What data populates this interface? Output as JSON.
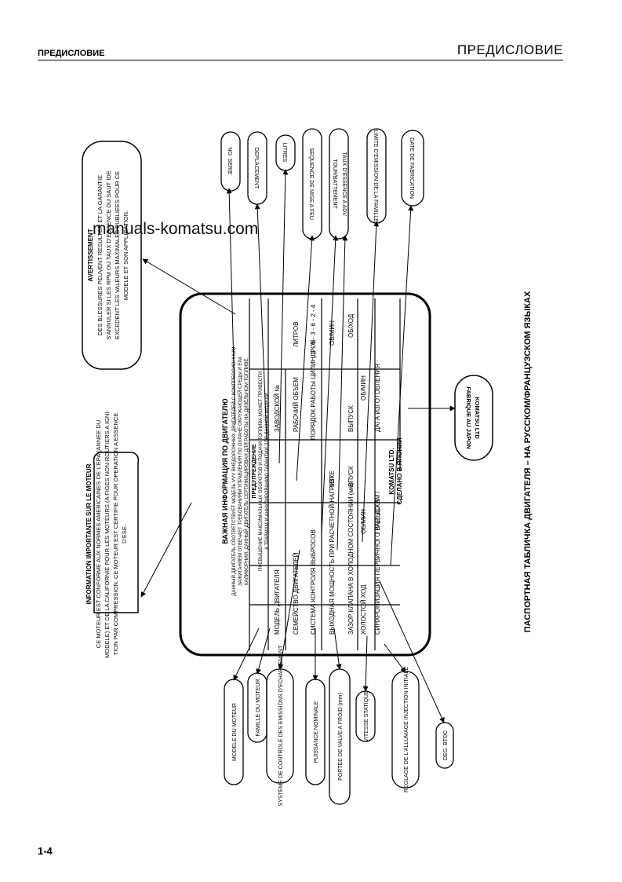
{
  "header": {
    "left": "ПРЕДИСЛОВИЕ",
    "right": "ПРЕДИСЛОВИЕ"
  },
  "page_number": "1-4",
  "watermark": "manuals-komatsu.com",
  "caption": "ПАСПОРТНАЯ ТАБЛИЧКА ДВИГАТЕЛЯ – НА РУССКОМ/ФРАНЦУЗСКОМ ЯЗЫКАХ",
  "left_box": {
    "title": "INFORMATION IMPORTANTE SUR LE MOTEUR",
    "lines": [
      "CE MOTEUR EST CONFORME AUX NORMES AMERICAINES DE L'EPA (ANNEE DU",
      "MODELE) ET DE LA CALIFORNIE POUR LES MOTEURS (A FIGES NON-ROUTIERS A IGNI-",
      "TION PAR COMPRESSION. CE MOTEUR EST CERTIFIE POUR OPERATION A ESSENCE",
      "D'ESE."
    ]
  },
  "right_box": {
    "title": "AVERTISSEMENT",
    "lines": [
      "DES BLESSURES PEUVENT RESULTER ET LA GARANTIE",
      "S'ANNULER SI LES RPM OU TAUX D'ESSENCE DU SAUT IDE",
      "EXCEDENT LES VALEURS MAXIMALES PUBLIEES POUR CE",
      "MODELE ET SON APPLICATION."
    ]
  },
  "plate": {
    "title": "ВАЖНАЯ ИНФОРМАЦИЯ ПО ДВИГАТЕЛЮ",
    "intro": [
      "ДАННЫЙ ДВИГАТЕЛЬ СООТВЕТСТВУЕТ МОДЕЛЬ VVV ВНЕДОРОЖНЫХ ДВИГАТЕЛЕЙ С КОМПРЕССИОННЫМ",
      "ЗАЖИГАНИЕМ ОТВЕЧАЕТ ТРЕБОВАНИЯМ УПРАВЛЕНИЯ ПО ОХРАНЕ ОКРУЖАЮЩЕЙ СРЕДЫ И EPA",
      "КАЛИФОРНИИ. ДАННЫЙ ДВИГАТЕЛЬ СЕРТИФИЦИРОВАН ДЛЯ РАБОТЫ НА ДИЗЕЛЬНОМ ТОПЛИВЕ."
    ],
    "warning_title": "ПРЕДУПРЕЖДЕНИЕ",
    "warning_lines": [
      "ПРЕВЫШЕНИЕ МАКСИМАЛЬНЫХ ОБОРОТОВ И ПОДАЧИ ТОПЛИВА МОЖЕТ ПРИВЕСТИ",
      "К ТРАВМАМ И АННУЛИРОВАНИЮ ГАРАНТИИ ДЛЯ ДАННОЙ МОДЕЛИ"
    ],
    "row1": {
      "a": "МОДЕЛЬ ДВИГАТЕЛЯ",
      "b": "ЗАВОДСКОЙ №"
    },
    "row2": {
      "a": "СЕМЕЙСТВО ДВИГАТЕЛЕЙ",
      "b": "РАБОЧИЙ ОБЪЕМ",
      "c": "ЛИТРОВ"
    },
    "row3": {
      "a": "СИСТЕМА КОНТРОЛЯ ВЫБРОСОВ",
      "b": "ПОРЯДОК РАБОТЫ ЦИЛИНДРОВ",
      "c": "1 - 5 - 3 - 6 - 2 - 4"
    },
    "row4": {
      "a": "ВЫХОДНАЯ МОЩНОСТЬ ПРИ РАСЧЕТНОЙ НАГРУЗКЕ",
      "b": "КВТ",
      "c": "ОБ/МИН"
    },
    "row5": {
      "a": "ЗАЗОР КЛАПАНА В ХОЛОДНОМ СОСТОЯНИИ (мм)",
      "b": "ВПУСК",
      "c": "ВЫПУСК"
    },
    "row6": {
      "a": "ХОЛОСТОЙ ХОД",
      "b": "ОБ/МИН",
      "c": "ОБ/МИН"
    },
    "row7": {
      "a": "СИНХРОНИЗАЦИЯ ПЕРВИЧНОГО ВПРЫСКА",
      "b": "ГРАД. ДО ВМТ",
      "c": "ДАТА ИЗГОТОВЛЕНИЯ"
    },
    "maker": "KOMATSU LTD.",
    "made_in": "СДЕЛАНО В ЯПОНИИ",
    "misc1": "ЛИТРОВ",
    "misc2": "ОБ/МИН",
    "misc3": "ОБ/ХОД"
  },
  "bottom_labels": [
    "MODELE DU MOTEUR",
    "FAMILLE DU MOTEUR",
    "SYSTEME DE CONTROLE DES EMISSIONS D'ECHAPPEMENT",
    "PUISSANCE NOMINALE",
    "PORTEE DE VALVE A FROID (mm)",
    "VITESSE STATIQUE",
    "REGLAGE DE L'ALLUMAGE INJECTION INITIALE",
    "DEG. BTDC"
  ],
  "top_labels": [
    "NO. SERIE",
    "DEPLACEMENT",
    "LITRES",
    "SEQUENCE DE MISE A FEU",
    "TOUR/BATTEMENT",
    "TAUX D'ESSENCE A ADV",
    "LIMITE D'EMISSION DE LA FAMILLE",
    "DATE DE FABRICATION"
  ],
  "maker_label": {
    "line1": "KOMATSU LTD",
    "line2": "FABRIQUE AU JAPON"
  }
}
